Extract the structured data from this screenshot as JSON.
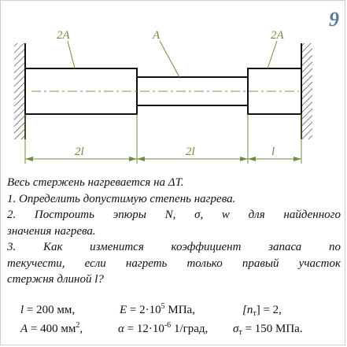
{
  "problem_number": "9",
  "figure": {
    "area_labels": [
      "2A",
      "A",
      "2A"
    ],
    "length_labels": [
      "2l",
      "2l",
      "l"
    ]
  },
  "statement": {
    "intro": "Весь стержень нагревается на ΔT.",
    "task1": "1.  Определить допустимую степень нагрева.",
    "task2_a": "2. Построить эпюры N, σ, w для найденного",
    "task2_b": "значения нагрева.",
    "task3_a": "3. Как изменится коэффициент запаса по",
    "task3_b": "текучести, если нагреть только правый участок",
    "task3_c": "стержня длиной l?"
  },
  "params": {
    "l_sym": "l",
    "l_val": " = 200 мм,",
    "E_sym": "E",
    "E_val": " = 2·10",
    "E_exp": "5",
    "E_unit": " МПа,",
    "n_open": "[n",
    "n_sub": "т",
    "n_val": "] = 2,",
    "A_sym": "A",
    "A_val": " = 400 мм",
    "A_exp": "2",
    "A_comma": ",",
    "alpha_sym": "α",
    "alpha_val": " = 12·10",
    "alpha_exp": "-6",
    "alpha_unit": " 1/град,",
    "sigma_sym": "σ",
    "sigma_sub": "т",
    "sigma_val": " = 150 МПа."
  }
}
